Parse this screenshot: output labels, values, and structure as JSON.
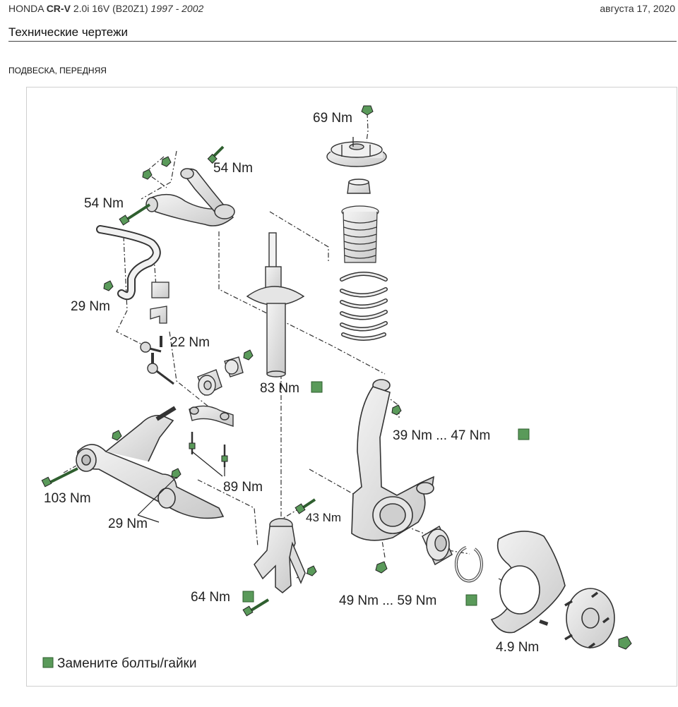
{
  "header": {
    "make": "HONDA",
    "model": "CR-V",
    "engine": "2.0i 16V (B20Z1)",
    "years": "1997 - 2002",
    "date": "августа 17, 2020"
  },
  "page_title": "Технические чертежи",
  "section_title": "ПОДВЕСКА, ПЕРЕДНЯЯ",
  "colors": {
    "replace_marker": "#5a9a5a",
    "part_stroke": "#333333",
    "part_fill": "#e6e6e6"
  },
  "torques": {
    "t69": "69 Nm",
    "t54a": "54 Nm",
    "t54b": "54 Nm",
    "t29a": "29 Nm",
    "t22": "22 Nm",
    "t83": "83 Nm",
    "t39": "39 Nm ... 47 Nm",
    "t89": "89 Nm",
    "t103": "103 Nm",
    "t29b": "29 Nm",
    "t43": "43 Nm",
    "t64": "64 Nm",
    "t49": "49 Nm ... 59 Nm",
    "t49n": "4.9 Nm"
  },
  "legend": {
    "text": "Замените болты/гайки"
  }
}
